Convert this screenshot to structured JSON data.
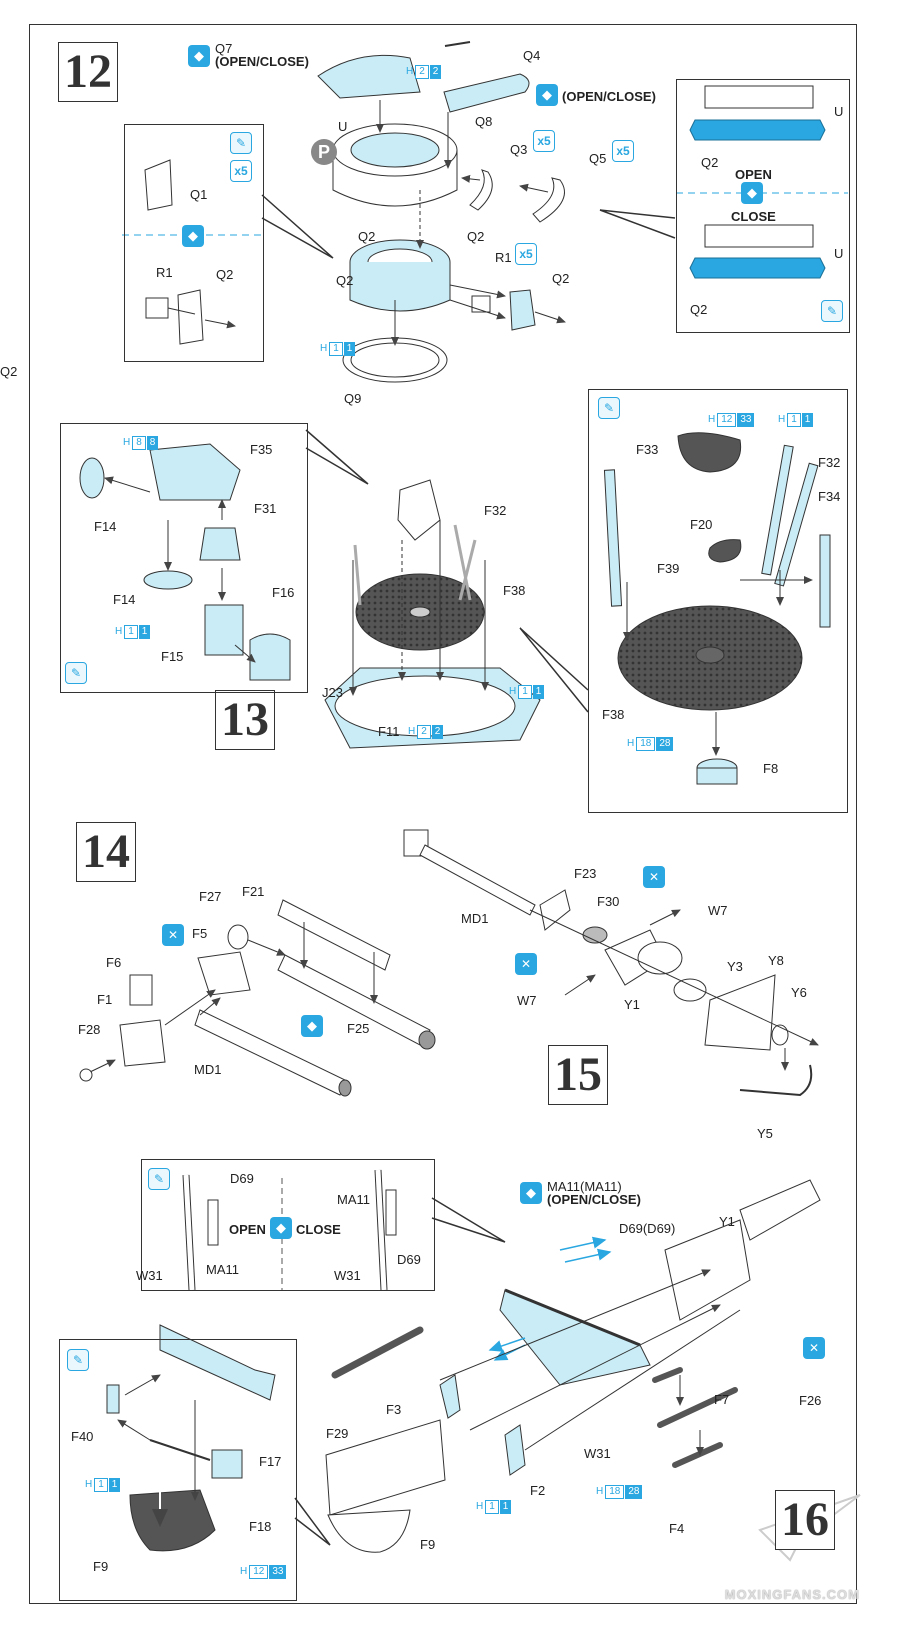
{
  "steps": [
    {
      "number": "12"
    },
    {
      "number": "13"
    },
    {
      "number": "14"
    },
    {
      "number": "15"
    },
    {
      "number": "16"
    }
  ],
  "step12": {
    "labels": {
      "q7": "Q7",
      "q7_note": "(OPEN/CLOSE)",
      "q4": "Q4",
      "q8": "Q8",
      "q8_note": "(OPEN/CLOSE)",
      "u": "U",
      "q3": "Q3",
      "q5": "Q5",
      "q2a": "Q2",
      "q2b": "Q2",
      "q2c": "Q2",
      "q2d": "Q2",
      "q2e": "Q2",
      "r1": "R1",
      "q9": "Q9"
    },
    "multipliers": {
      "q3": "x5",
      "q5": "x5",
      "r1": "x5",
      "inset_left": "x5"
    },
    "p_badge": "P",
    "paint": [
      {
        "h": "2",
        "c": "2"
      },
      {
        "h": "1",
        "c": "1"
      }
    ],
    "inset_left": {
      "q1": "Q1",
      "r1": "R1",
      "q2": "Q2"
    },
    "inset_right": {
      "u_top": "U",
      "q2_top": "Q2",
      "open": "OPEN",
      "close": "CLOSE",
      "u_bottom": "U",
      "q2_bottom": "Q2"
    }
  },
  "step13": {
    "inset_left": {
      "f35": "F35",
      "f14a": "F14",
      "f14b": "F14",
      "f31": "F31",
      "f16": "F16",
      "f15": "F15",
      "paint": [
        {
          "h": "8",
          "c": "8"
        },
        {
          "h": "1",
          "c": "1"
        }
      ]
    },
    "main": {
      "f32": "F32",
      "f38": "F38",
      "j23": "J23",
      "f11": "F11",
      "paint": [
        {
          "h": "1",
          "c": "1"
        },
        {
          "h": "2",
          "c": "2"
        }
      ]
    },
    "inset_right": {
      "f33": "F33",
      "f32": "F32",
      "f34": "F34",
      "f20": "F20",
      "f39": "F39",
      "f38": "F38",
      "f8": "F8",
      "paint": [
        {
          "h": "12",
          "c": "33"
        },
        {
          "h": "1",
          "c": "1"
        },
        {
          "h": "18",
          "c": "28"
        }
      ]
    }
  },
  "step14": {
    "labels": {
      "f27": "F27",
      "f21": "F21",
      "f5": "F5",
      "f6": "F6",
      "f1": "F1",
      "f28": "F28",
      "md1": "MD1",
      "f25": "F25"
    }
  },
  "step15": {
    "labels": {
      "md1": "MD1",
      "f23": "F23",
      "f30": "F30",
      "w7a": "W7",
      "w7b": "W7",
      "y1": "Y1",
      "y3": "Y3",
      "y8": "Y8",
      "y6": "Y6",
      "y5": "Y5"
    }
  },
  "step16": {
    "inset_top": {
      "d69a": "D69",
      "ma11a": "MA11",
      "w31a": "W31",
      "open": "OPEN",
      "close": "CLOSE",
      "ma11b": "MA11",
      "w31b": "W31",
      "d69b": "D69"
    },
    "inset_bottom": {
      "f40": "F40",
      "f17": "F17",
      "f18": "F18",
      "f9": "F9",
      "paint": [
        {
          "h": "1",
          "c": "1"
        },
        {
          "h": "12",
          "c": "33"
        }
      ]
    },
    "main": {
      "ma11": "MA11(MA11)",
      "ma11_note": "(OPEN/CLOSE)",
      "d69": "D69(D69)",
      "y1": "Y1",
      "f29": "F29",
      "f3": "F3",
      "f7": "F7",
      "f26": "F26",
      "w31": "W31",
      "f2": "F2",
      "f9": "F9",
      "f4": "F4",
      "paint": [
        {
          "h": "1",
          "c": "1"
        },
        {
          "h": "18",
          "c": "28"
        }
      ]
    }
  },
  "watermark": "MOXINGFANS.COM",
  "colors": {
    "accent": "#2aa7e0",
    "part_fill": "#c9ecf6",
    "dark_part": "#4a4a4a",
    "line": "#333333"
  }
}
